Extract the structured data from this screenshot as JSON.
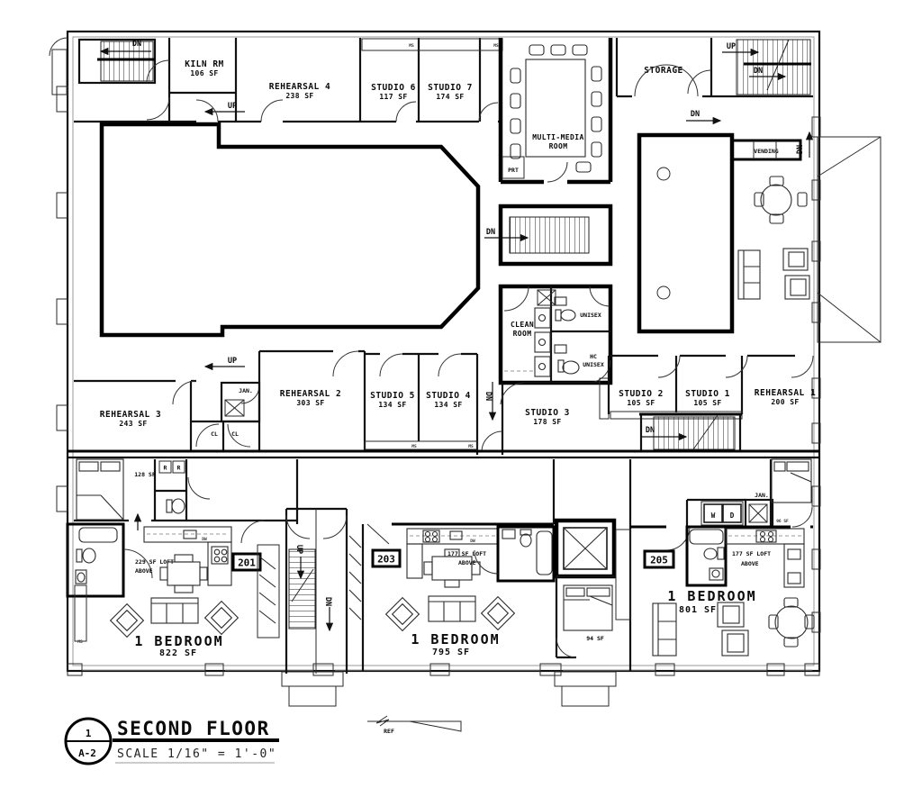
{
  "drawing": {
    "sheet_title": "SECOND FLOOR",
    "sheet_scale": "SCALE 1/16\" = 1'-0\"",
    "detail_number": "1",
    "sheet_number": "A-2",
    "reference_label": "REF"
  },
  "labels": {
    "up": "UP",
    "dn": "DN"
  },
  "wall_tags": {
    "ms": "MS"
  },
  "fixtures": {
    "prt": "PRT",
    "vending": "VENDING",
    "jan_upper": "JAN.",
    "jan_lower": "JAN.",
    "cl_left": "CL",
    "cl_right": "CL",
    "fridge_left": "R",
    "fridge_right": "R",
    "washer": "W",
    "dryer": "D",
    "dishwasher_201": "DW",
    "dishwasher_203": "DW"
  },
  "rooms": {
    "kiln_rm": {
      "name": "KILN RM",
      "area": "106 SF"
    },
    "rehearsal_4": {
      "name": "REHEARSAL 4",
      "area": "238 SF"
    },
    "studio_6": {
      "name": "STUDIO 6",
      "area": "117 SF"
    },
    "studio_7": {
      "name": "STUDIO 7",
      "area": "174 SF"
    },
    "multi_media": {
      "name_line1": "MULTI-MEDIA",
      "name_line2": "ROOM"
    },
    "storage": {
      "name": "STORAGE"
    },
    "clean_room": {
      "name_line1": "CLEAN",
      "name_line2": "ROOM"
    },
    "unisex": {
      "name": "UNISEX"
    },
    "hc_unisex": {
      "name_line1": "HC",
      "name_line2": "UNISEX"
    },
    "rehearsal_3": {
      "name": "REHEARSAL 3",
      "area": "243 SF"
    },
    "rehearsal_2": {
      "name": "REHEARSAL 2",
      "area": "303 SF"
    },
    "studio_5": {
      "name": "STUDIO 5",
      "area": "134 SF"
    },
    "studio_4": {
      "name": "STUDIO 4",
      "area": "134 SF"
    },
    "studio_3": {
      "name": "STUDIO 3",
      "area": "178 SF"
    },
    "studio_2": {
      "name": "STUDIO 2",
      "area": "105 SF"
    },
    "studio_1": {
      "name": "STUDIO 1",
      "area": "105 SF"
    },
    "rehearsal_1": {
      "name": "REHEARSAL 1",
      "area": "200 SF"
    },
    "bedroom_left": {
      "area": "128 SF"
    },
    "bedroom_center": {
      "area": "94 SF"
    },
    "bedroom_right": {
      "area": "96 SF"
    }
  },
  "units": {
    "unit_201": {
      "number": "201",
      "type": "1 BEDROOM",
      "area": "822 SF",
      "loft_line1": "229 SF LOFT",
      "loft_line2": "ABOVE"
    },
    "unit_203": {
      "number": "203",
      "type": "1 BEDROOM",
      "area": "795 SF",
      "loft_line1": "177 SF LOFT",
      "loft_line2": "ABOVE"
    },
    "unit_205": {
      "number": "205",
      "type": "1 BEDROOM",
      "area": "801 SF",
      "loft_line1": "177 SF LOFT",
      "loft_line2": "ABOVE"
    }
  }
}
